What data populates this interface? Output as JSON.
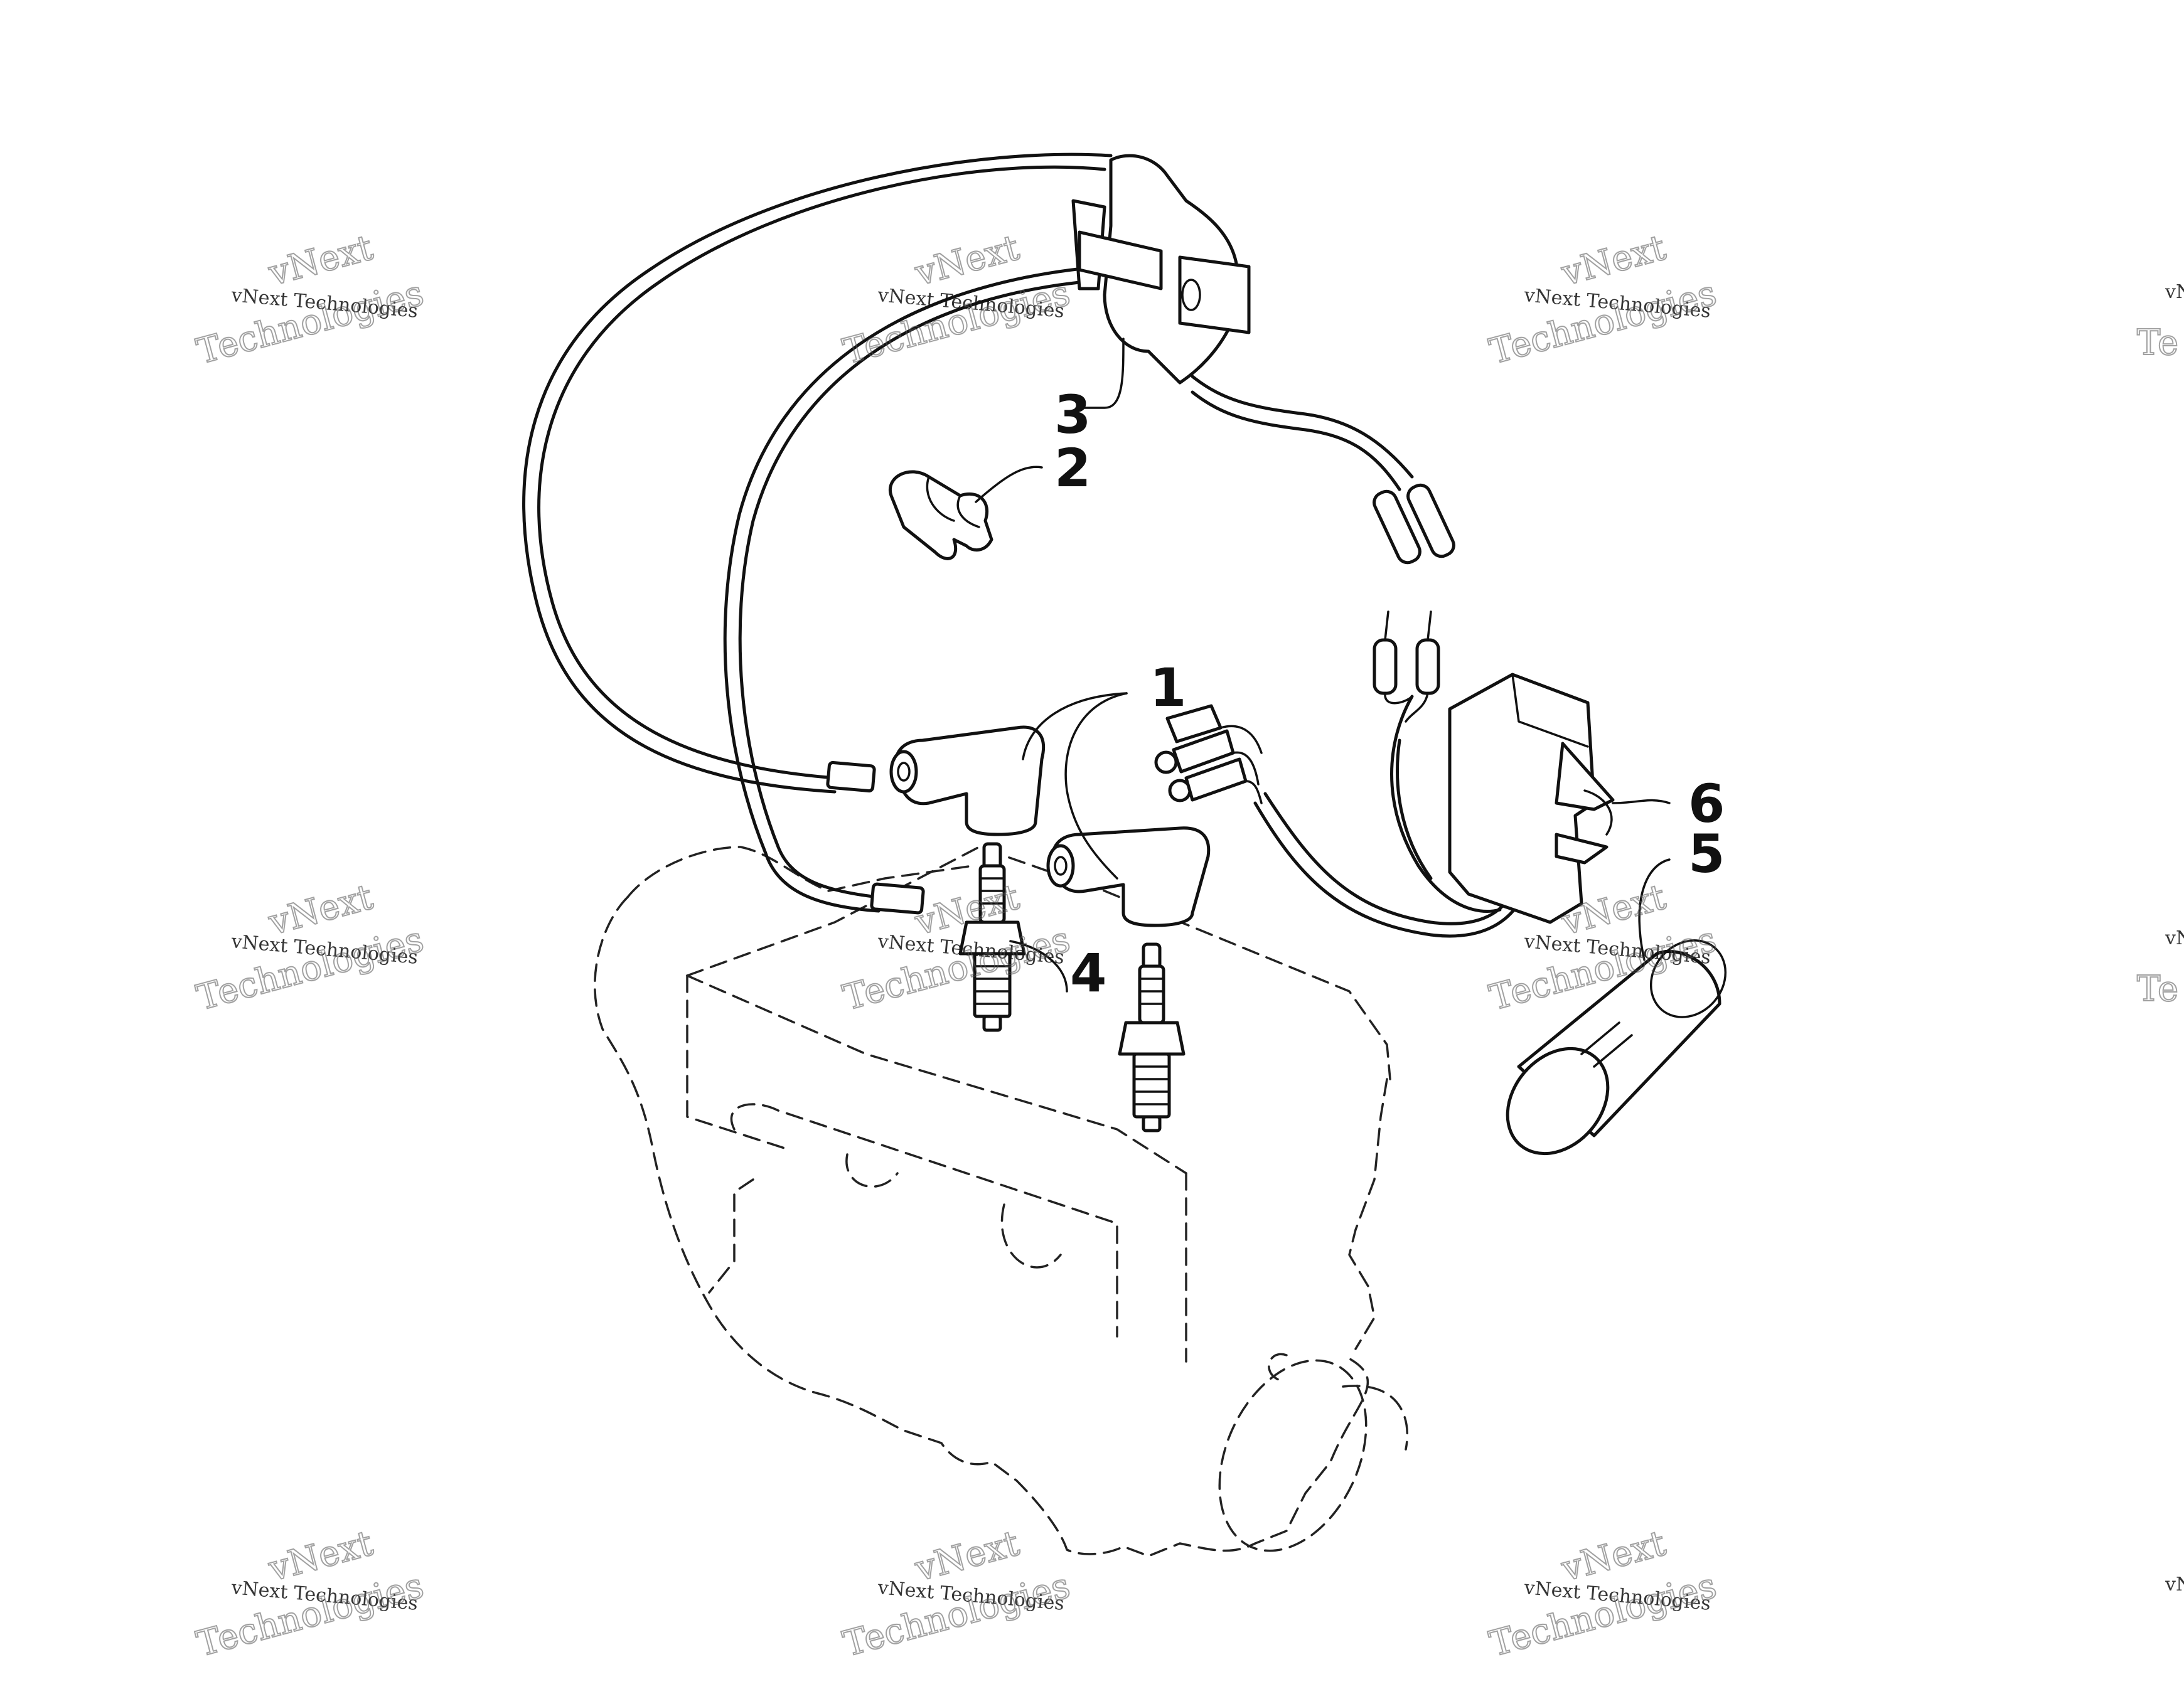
{
  "diagram": {
    "callouts": [
      {
        "id": "1",
        "label": "1"
      },
      {
        "id": "2",
        "label": "2"
      },
      {
        "id": "3",
        "label": "3"
      },
      {
        "id": "4",
        "label": "4"
      },
      {
        "id": "5",
        "label": "5"
      },
      {
        "id": "6",
        "label": "6"
      }
    ]
  },
  "watermark": {
    "line_small": "vNext Technologies",
    "line_top": "vNext",
    "line_bottom": "Technologies",
    "cut_off": "vN",
    "cut_off_big": "Te"
  }
}
